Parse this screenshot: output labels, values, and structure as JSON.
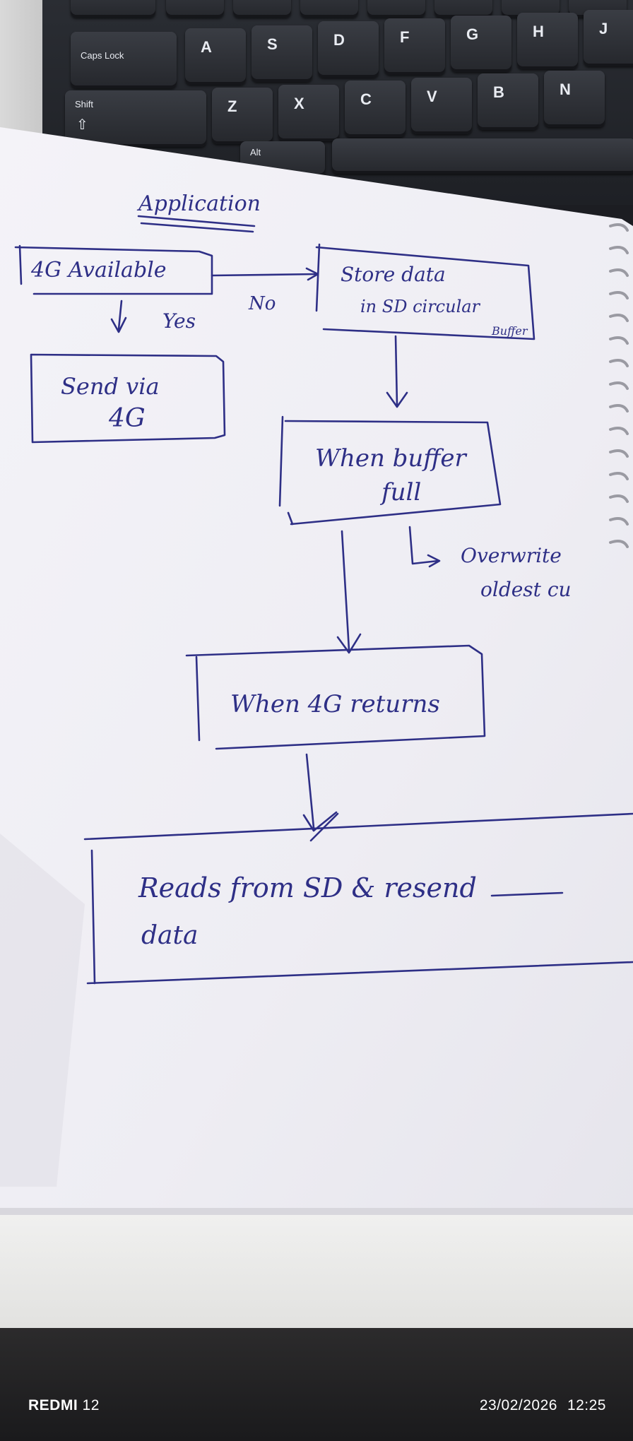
{
  "keyboard": {
    "row1": [
      "A",
      "S",
      "D",
      "F",
      "G",
      "H",
      "J"
    ],
    "row2": [
      "Z",
      "X",
      "C",
      "V",
      "B",
      "N"
    ],
    "caps_lock": "Caps Lock",
    "shift": "Shift",
    "alt": "Alt",
    "shift_glyph": "⇧"
  },
  "notes": {
    "title": "Application",
    "box_4g_available": "4G Available",
    "label_yes": "Yes",
    "label_no": "No",
    "box_send_line1": "Send via",
    "box_send_line2": "4G",
    "box_store_line1": "Store data",
    "box_store_line2": "in SD circular",
    "box_store_line3": "Buffer",
    "box_buffer_line1": "When buffer",
    "box_buffer_line2": "full",
    "overwrite_line1": "Overwrite",
    "overwrite_line2": "oldest cu",
    "box_return": "When 4G returns",
    "box_reads_line1": "Reads from SD & resend",
    "box_reads_line2": "data"
  },
  "watermark": {
    "brand": "REDMI",
    "model": "12",
    "date": "23/02/2026",
    "time": "12:25"
  },
  "colors": {
    "ink": "#2e2f86",
    "paper": "#f3f2f7"
  }
}
